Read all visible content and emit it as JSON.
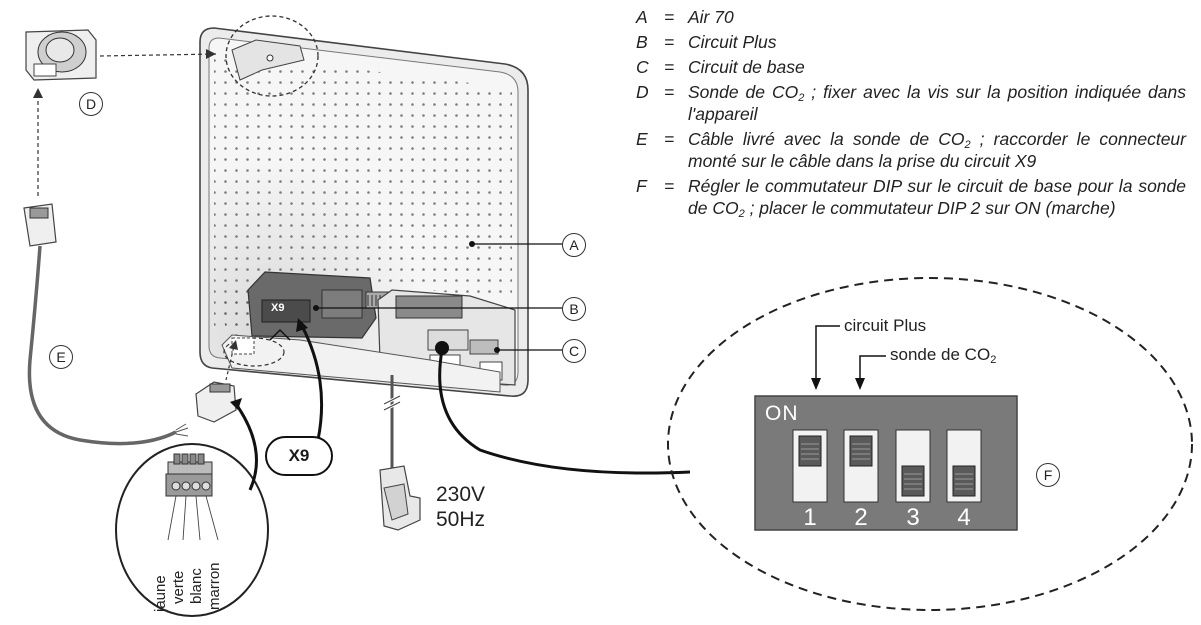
{
  "legend": [
    {
      "key": "A",
      "eq": "=",
      "text": "Air 70"
    },
    {
      "key": "B",
      "eq": "=",
      "text": "Circuit Plus"
    },
    {
      "key": "C",
      "eq": "=",
      "text": "Circuit de base"
    },
    {
      "key": "D",
      "eq": "=",
      "pre": "Sonde de CO",
      "sub": "2",
      "post": " ; fixer avec la vis sur la position indiquée dans l'appareil"
    },
    {
      "key": "E",
      "eq": "=",
      "pre": "Câble livré avec la sonde de CO",
      "sub": "2",
      "post": " ; raccorder le connecteur monté sur le câble dans la prise du circuit X9"
    },
    {
      "key": "F",
      "eq": "=",
      "pre": "Régler le commutateur DIP sur le circuit de base pour la sonde de CO",
      "sub": "2",
      "post": " ; placer le commutateur DIP 2 sur ON (marche)"
    }
  ],
  "callouts": {
    "A": "A",
    "B": "B",
    "C": "C",
    "D": "D",
    "E": "E",
    "F": "F"
  },
  "connector_label": "X9",
  "board_label": "X9",
  "power": {
    "voltage": "230V",
    "frequency": "50Hz"
  },
  "dip": {
    "on_label": "ON",
    "circuit_plus_label": "circuit Plus",
    "sonde_pre": "sonde de CO",
    "sonde_sub": "2",
    "switches": [
      {
        "number": "1",
        "state": "on"
      },
      {
        "number": "2",
        "state": "on"
      },
      {
        "number": "3",
        "state": "off"
      },
      {
        "number": "4",
        "state": "off"
      }
    ]
  },
  "wires": [
    "jaune",
    "verte",
    "blanc",
    "marron"
  ]
}
